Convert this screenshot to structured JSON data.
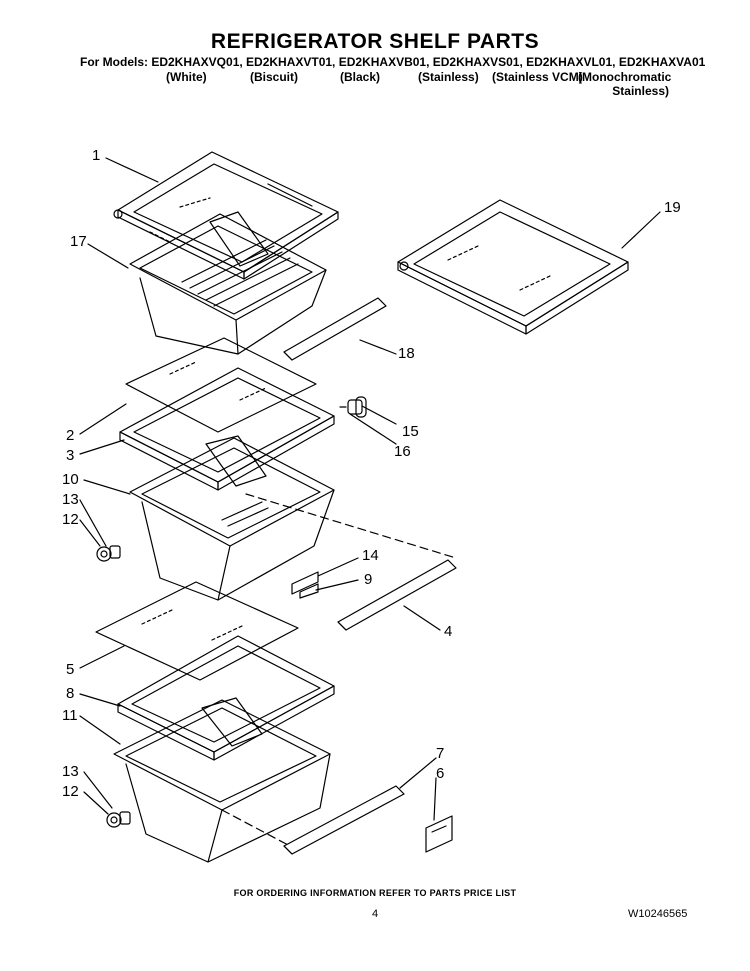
{
  "title": "REFRIGERATOR SHELF PARTS",
  "models_line": "For Models: ED2KHAXVQ01, ED2KHAXVT01, ED2KHAXVB01, ED2KHAXVS01, ED2KHAXVL01, ED2KHAXVA01",
  "variants": [
    "(White)",
    "(Biscuit)",
    "(Black)",
    "(Stainless)",
    "(Stainless VCM)",
    "(Monochromatic",
    "Stainless)"
  ],
  "callouts": [
    "1",
    "17",
    "19",
    "18",
    "2",
    "3",
    "15",
    "16",
    "10",
    "13",
    "12",
    "14",
    "9",
    "4",
    "5",
    "8",
    "11",
    "7",
    "6",
    "13",
    "12"
  ],
  "footer": "FOR ORDERING INFORMATION REFER TO PARTS PRICE LIST",
  "page_number": "4",
  "doc_number": "W10246565"
}
